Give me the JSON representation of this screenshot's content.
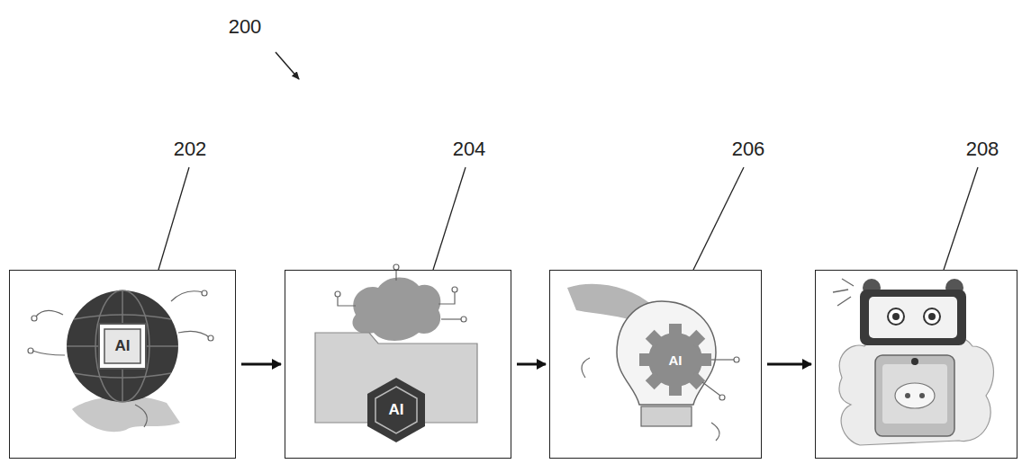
{
  "diagram": {
    "nodes": [
      {
        "text": [
          "202"
        ]
      },
      {
        "text": [
          "204"
        ]
      },
      {
        "text": [
          "206"
        ]
      },
      {
        "text": [
          "208"
        ]
      }
    ],
    "edges": [
      {
        "from": 0,
        "to": 1,
        "arrow": "to"
      },
      {
        "from": 1,
        "to": 2,
        "arrow": "to"
      },
      {
        "from": 2,
        "to": 3,
        "arrow": "to"
      }
    ],
    "labels": [
      "200",
      "AI",
      "AI",
      "AI"
    ]
  }
}
